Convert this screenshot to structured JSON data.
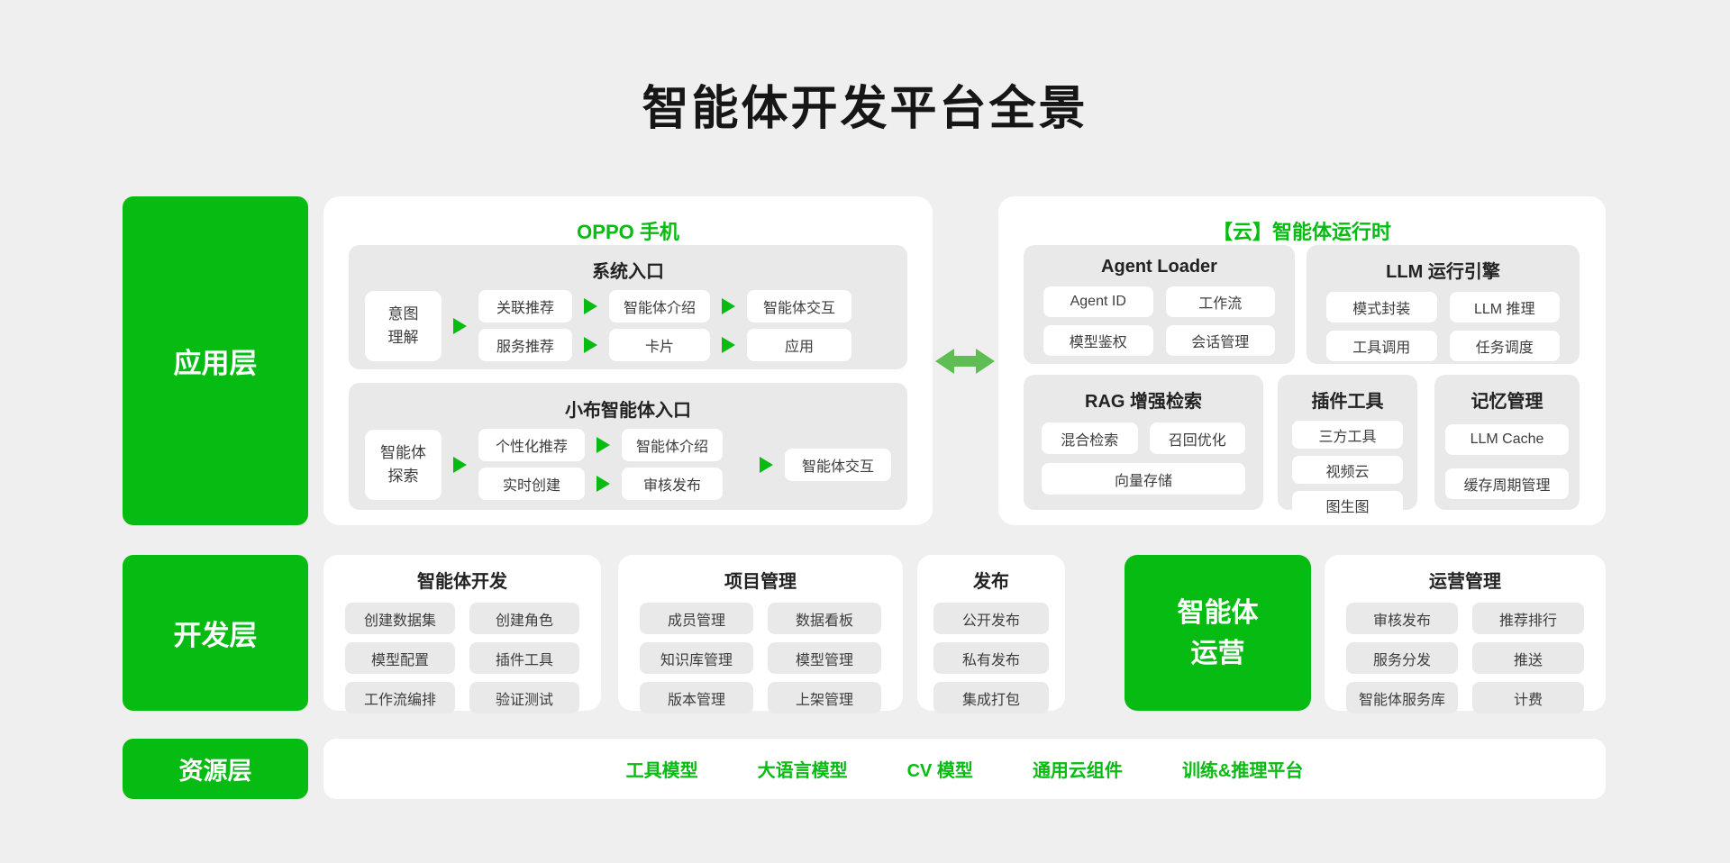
{
  "title": "智能体开发平台全景",
  "colors": {
    "brand_green": "#06bb12",
    "arrow_green": "#5fbe53",
    "background": "#efeff0",
    "section_gray": "#e9e9ea"
  },
  "layers": {
    "application": "应用层",
    "development": "开发层",
    "resource": "资源层"
  },
  "oppo": {
    "title": "OPPO 手机",
    "system": {
      "title": "系统入口",
      "source": "意图\n理解",
      "row1": [
        "关联推荐",
        "智能体介绍",
        "智能体交互"
      ],
      "row2": [
        "服务推荐",
        "卡片",
        "应用"
      ]
    },
    "xiaobu": {
      "title": "小布智能体入口",
      "source": "智能体\n探索",
      "row1": [
        "个性化推荐",
        "智能体介绍"
      ],
      "row2": [
        "实时创建",
        "审核发布"
      ],
      "target": "智能体交互"
    }
  },
  "cloud": {
    "title": "【云】智能体运行时",
    "agent_loader": {
      "title": "Agent Loader",
      "chips": [
        "Agent ID",
        "工作流",
        "模型鉴权",
        "会话管理"
      ]
    },
    "llm_engine": {
      "title": "LLM 运行引擎",
      "chips": [
        "模式封装",
        "LLM 推理",
        "工具调用",
        "任务调度"
      ]
    },
    "rag": {
      "title": "RAG 增强检索",
      "chips": [
        "混合检索",
        "召回优化"
      ],
      "wide": "向量存储"
    },
    "plugins": {
      "title": "插件工具",
      "chips": [
        "三方工具",
        "视频云",
        "图生图"
      ]
    },
    "memory": {
      "title": "记忆管理",
      "chips": [
        "LLM Cache",
        "缓存周期管理"
      ]
    }
  },
  "dev": {
    "agent_dev": {
      "title": "智能体开发",
      "chips": [
        "创建数据集",
        "创建角色",
        "模型配置",
        "插件工具",
        "工作流编排",
        "验证测试"
      ]
    },
    "project": {
      "title": "项目管理",
      "chips": [
        "成员管理",
        "数据看板",
        "知识库管理",
        "模型管理",
        "版本管理",
        "上架管理"
      ]
    },
    "publish": {
      "title": "发布",
      "chips": [
        "公开发布",
        "私有发布",
        "集成打包"
      ]
    },
    "ops_box": "智能体\n运营",
    "ops": {
      "title": "运营管理",
      "chips": [
        "审核发布",
        "推荐排行",
        "服务分发",
        "推送",
        "智能体服务库",
        "计费"
      ]
    }
  },
  "resources": {
    "items": [
      "工具模型",
      "大语言模型",
      "CV 模型",
      "通用云组件",
      "训练&推理平台"
    ]
  }
}
